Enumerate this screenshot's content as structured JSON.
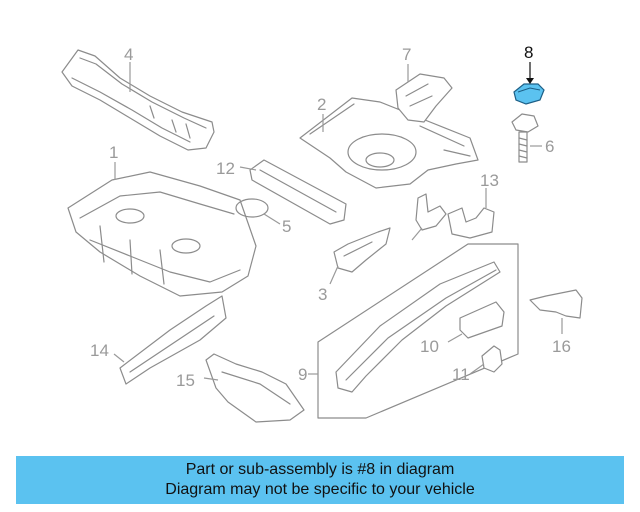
{
  "diagram": {
    "callouts": {
      "c1": "1",
      "c2": "2",
      "c3": "3",
      "c4": "4",
      "c5": "5",
      "c6": "6",
      "c7": "7",
      "c8": "8",
      "c9": "9",
      "c10": "10",
      "c11": "11",
      "c12": "12",
      "c13": "13",
      "c14": "14",
      "c15": "15",
      "c16": "16"
    },
    "highlighted_part": "8",
    "highlight_color": "#5bc2f0"
  },
  "banner": {
    "line1": "Part or sub-assembly is #8 in diagram",
    "line2": "Diagram may not be specific to your vehicle",
    "background": "#5bc2f0"
  }
}
